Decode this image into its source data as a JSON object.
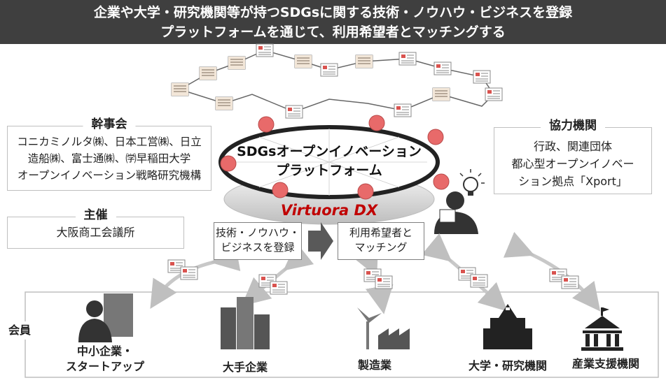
{
  "header": {
    "line1": "企業や大学・研究機関等が持つSDGsに関する技術・ノウハウ・ビジネスを登録",
    "line2": "プラットフォームを通じて、利用希望者とマッチングする"
  },
  "platform": {
    "line1": "SDGsオープンイノベーション",
    "line2": "プラットフォーム",
    "brand": "Virtuora DX",
    "brand_color": "#c00000"
  },
  "kanjikai": {
    "title": "幹事会",
    "line1": "コニカミノルタ㈱、日本工営㈱、日立",
    "line2": "造船㈱、富士通㈱、㈻早稲田大学",
    "line3": "オープンイノベーション戦略研究機構"
  },
  "shusai": {
    "title": "主催",
    "body": "大阪商工会議所"
  },
  "kyoryoku": {
    "title": "協力機関",
    "line1": "行政、関連団体",
    "line2": "都心型オープンイノベー",
    "line3": "ション拠点「Xport」"
  },
  "flow": {
    "register_line1": "技術・ノウハウ・",
    "register_line2": "ビジネスを登録",
    "match_line1": "利用希望者と",
    "match_line2": "マッチング"
  },
  "members": {
    "label": "会員",
    "items": [
      {
        "line1": "中小企業・",
        "line2": "スタートアップ",
        "icon": "businessman-building-icon"
      },
      {
        "line1": "大手企業",
        "line2": "",
        "icon": "office-buildings-icon"
      },
      {
        "line1": "製造業",
        "line2": "",
        "icon": "factory-windmill-icon"
      },
      {
        "line1": "大学・研究機関",
        "line2": "",
        "icon": "university-icon"
      },
      {
        "line1": "産業支援機関",
        "line2": "",
        "icon": "institution-icon"
      }
    ]
  }
}
